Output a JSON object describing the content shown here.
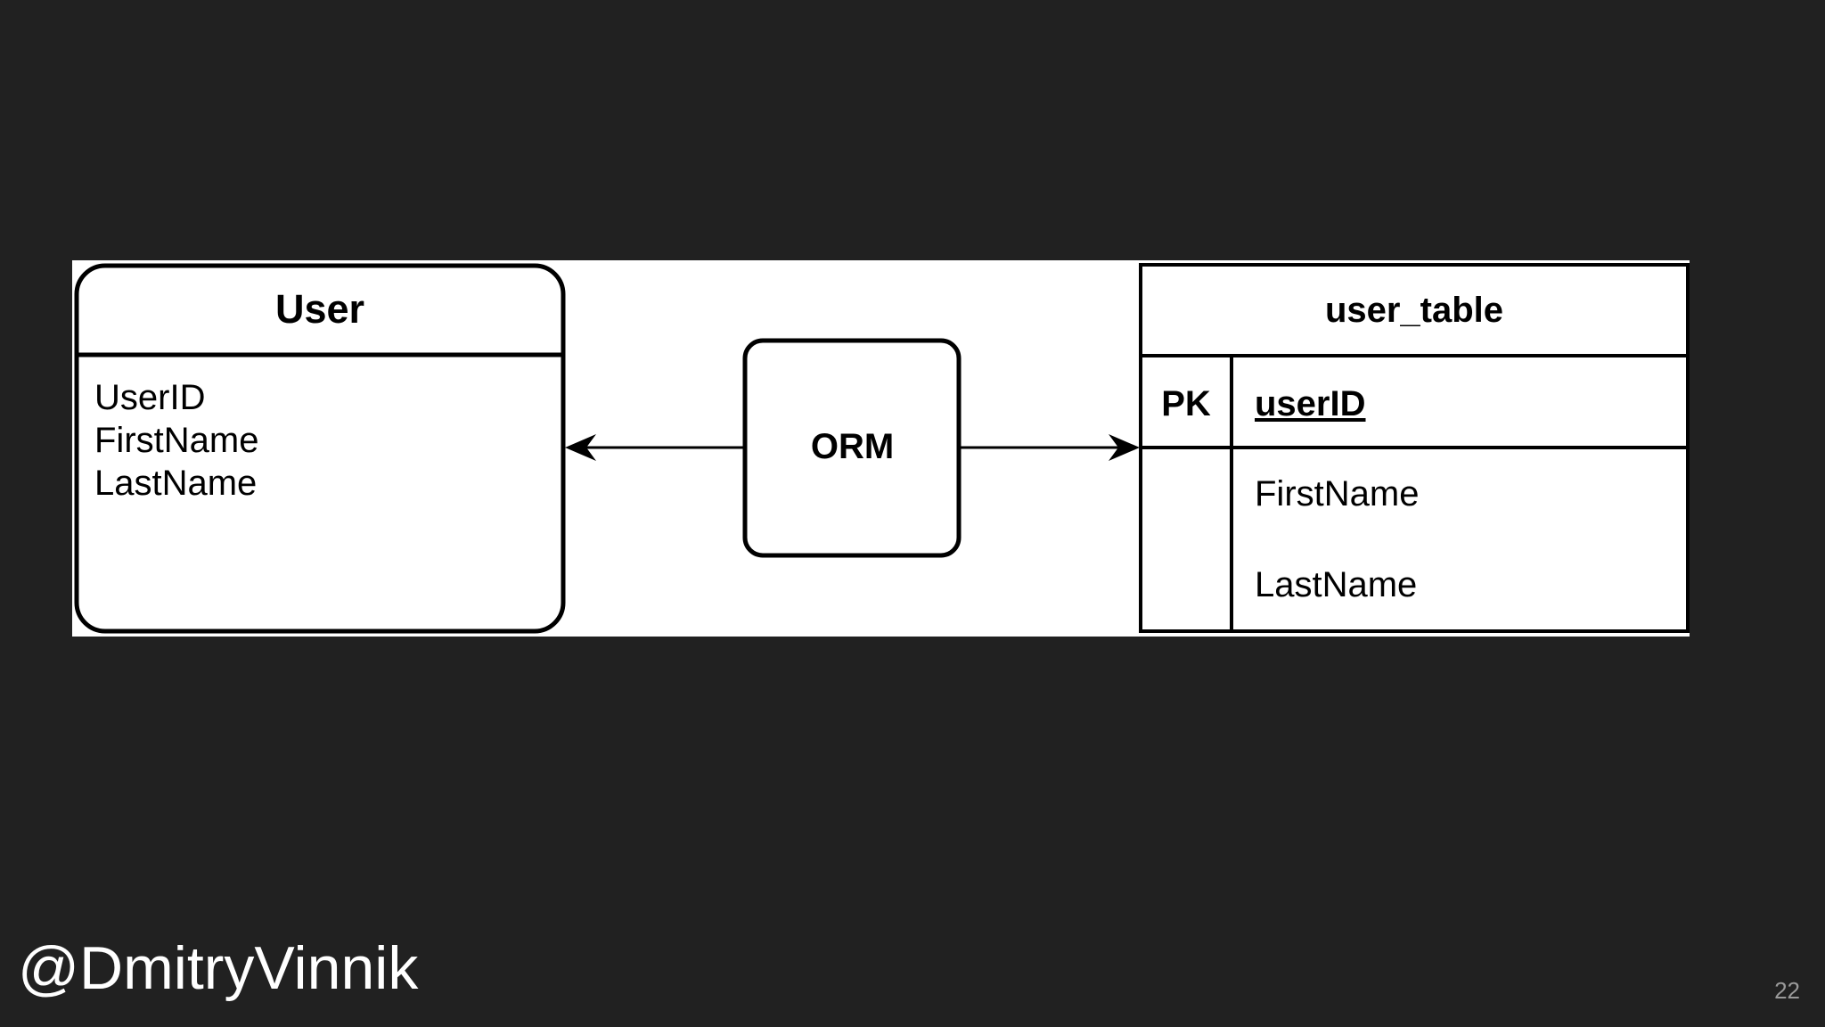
{
  "diagram": {
    "entity": {
      "title": "User",
      "attributes": [
        "UserID",
        "FirstName",
        "LastName"
      ]
    },
    "mapper": {
      "label": "ORM"
    },
    "table": {
      "title": "user_table",
      "pk_label": "PK",
      "pk_field": "userID",
      "fields": [
        "FirstName",
        "LastName"
      ]
    },
    "edges": [
      {
        "from": "ORM",
        "to": "User",
        "style": "arrow"
      },
      {
        "from": "ORM",
        "to": "user_table",
        "style": "arrow"
      }
    ]
  },
  "footer": {
    "handle": "@DmitryVinnik",
    "page_number": "22"
  },
  "colors": {
    "background": "#212121",
    "panel": "#ffffff",
    "stroke": "#000000",
    "handle_text": "#ffffff",
    "page_number_text": "#9a9a9a"
  }
}
